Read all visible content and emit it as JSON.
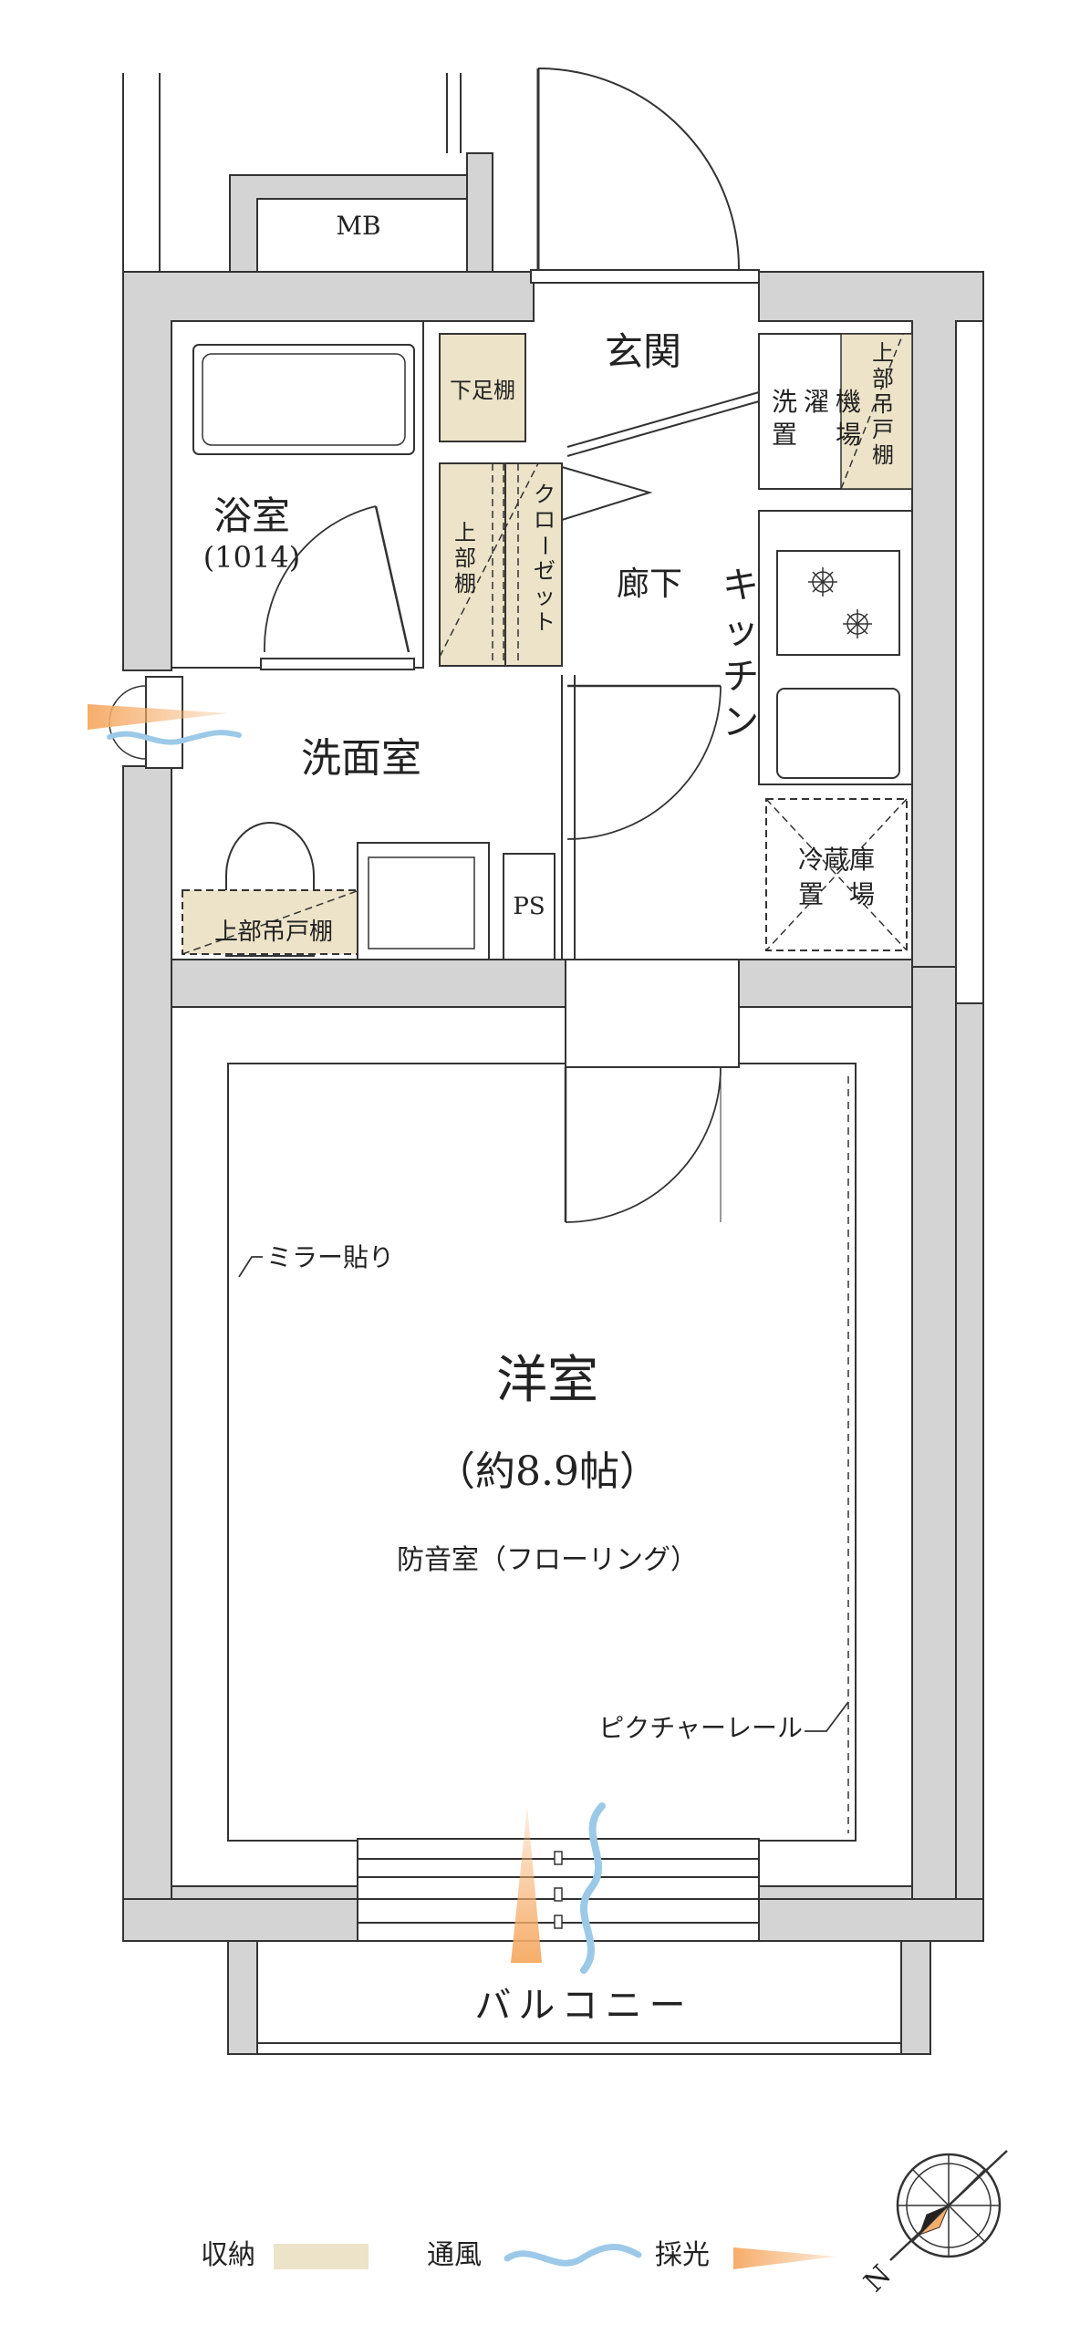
{
  "rooms": {
    "mb": "MB",
    "genkan": "玄関",
    "geta": "下足棚",
    "washer": [
      "洗",
      "置",
      "濯",
      "機",
      "場"
    ],
    "washer_top": [
      "上",
      "部",
      "吊",
      "戸",
      "棚"
    ],
    "bath": "浴室",
    "bath_size": "(1014)",
    "closet_top": [
      "上",
      "部",
      "棚"
    ],
    "closet": [
      "ク",
      "ロ",
      "ー",
      "ゼ",
      "ッ",
      "ト"
    ],
    "hall": "廊下",
    "kitchen": [
      "キ",
      "ッ",
      "チ",
      "ン"
    ],
    "senmen": "洗面室",
    "fridge_top": "冷蔵庫",
    "fridge_bottom": "置　場",
    "upper_cab": "上部吊戸棚",
    "ps": "PS",
    "mirror": "ミラー貼り",
    "youshitsu": "洋室",
    "youshitsu_size": "（約8.9帖）",
    "soundproof": "防音室（フローリング）",
    "picture_rail": "ピクチャーレール",
    "balcony": "バルコニー"
  },
  "legend": {
    "storage": "収納",
    "ventilation": "通風",
    "light": "採光"
  },
  "compass": {
    "north": "N"
  },
  "colors": {
    "wall": "#d4d4d4",
    "storage": "#ece3c8",
    "ventilation": "#9cc9e8",
    "light": "#f6ad6a"
  }
}
